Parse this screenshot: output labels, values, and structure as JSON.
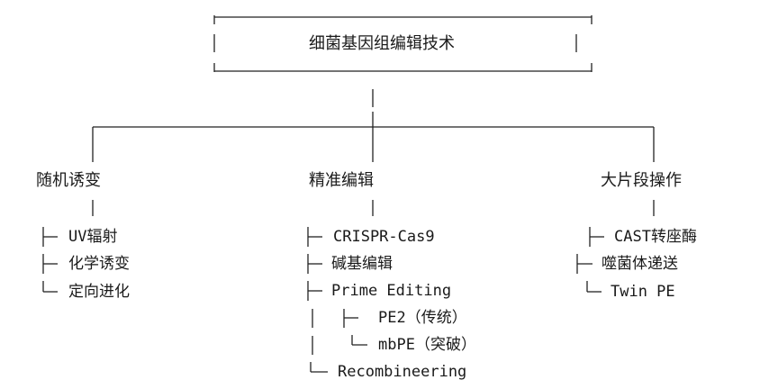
{
  "root": {
    "label": "细菌基因组编辑技术"
  },
  "branches": [
    {
      "label": "随机诱变",
      "items": [
        {
          "label": "UV辐射"
        },
        {
          "label": "化学诱变"
        },
        {
          "label": "定向进化"
        }
      ]
    },
    {
      "label": "精准编辑",
      "items": [
        {
          "label": "CRISPR-Cas9"
        },
        {
          "label": "碱基编辑"
        },
        {
          "label": "Prime Editing",
          "children": [
            {
              "label": "PE2（传统）"
            },
            {
              "label": "mbPE（突破）"
            }
          ]
        },
        {
          "label": "Recombineering"
        }
      ]
    },
    {
      "label": "大片段操作",
      "items": [
        {
          "label": "CAST转座酶"
        },
        {
          "label": "噬菌体递送"
        },
        {
          "label": "Twin PE"
        }
      ]
    }
  ]
}
